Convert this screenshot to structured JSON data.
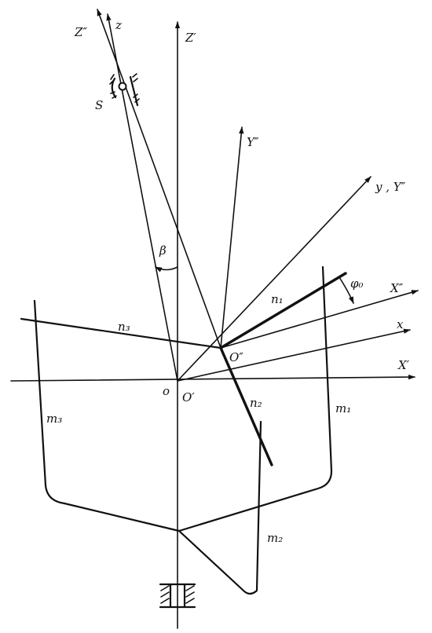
{
  "labels": {
    "Z2": "Z″",
    "z": "z",
    "Z1": "Z′",
    "S": "S",
    "Y2": "Y″",
    "yY2": "y , Y″",
    "beta": "β",
    "n1": "n₁",
    "phi0": "φ₀",
    "X2": "X″",
    "n3": "n₃",
    "x": "x",
    "O2": "O″",
    "X1": "X′",
    "o": "o",
    "O1": "O′",
    "n2": "n₂",
    "m1": "m₁",
    "m3": "m₃",
    "m2": "m₂"
  }
}
